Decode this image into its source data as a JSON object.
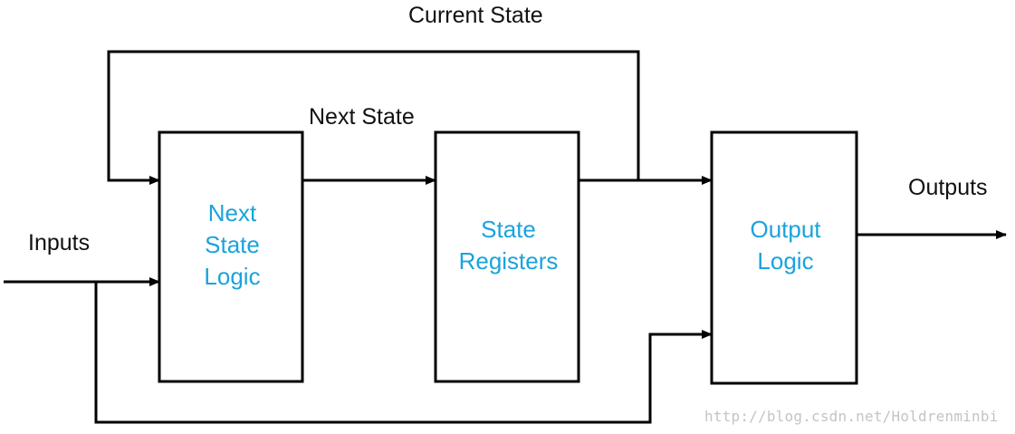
{
  "colors": {
    "line": "#000000",
    "block_text": "#1aa3dd",
    "label_text": "#111111",
    "watermark": "#c4c4c4"
  },
  "labels": {
    "current_state": "Current State",
    "next_state": "Next State",
    "inputs": "Inputs",
    "outputs": "Outputs"
  },
  "blocks": {
    "next_state_logic": {
      "lines": [
        "Next",
        "State",
        "Logic"
      ]
    },
    "state_registers": {
      "lines": [
        "State",
        "Registers"
      ]
    },
    "output_logic": {
      "lines": [
        "Output",
        "Logic"
      ]
    }
  },
  "watermark": "http://blog.csdn.net/Holdrenminbi"
}
